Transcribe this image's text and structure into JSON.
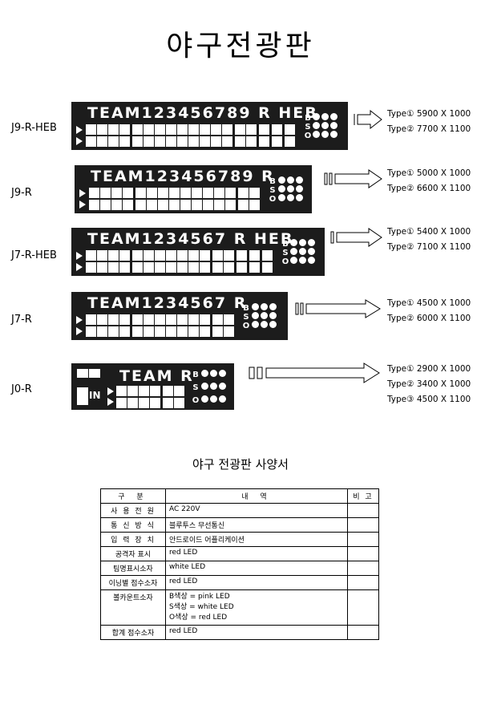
{
  "page_title": "야구전광판",
  "models": [
    {
      "label": "J9-R-HEB",
      "header": "TEAM123456789 R HEB",
      "types": [
        "Type① 5900 X 1000",
        "Type② 7700 X 1100"
      ]
    },
    {
      "label": "J9-R",
      "header": "TEAM123456789 R",
      "types": [
        "Type① 5000 X 1000",
        "Type② 6600 X 1100"
      ]
    },
    {
      "label": "J7-R-HEB",
      "header": "TEAM1234567 R HEB",
      "types": [
        "Type① 5400 X 1000",
        "Type② 7100 X 1100"
      ]
    },
    {
      "label": "J7-R",
      "header": "TEAM1234567 R",
      "types": [
        "Type① 4500 X 1000",
        "Type② 6000 X 1100"
      ]
    },
    {
      "label": "J0-R",
      "header": "TEAM R",
      "in_label": "IN",
      "types": [
        "Type① 2900 X 1000",
        "Type② 3400 X 1000",
        "Type③ 4500 X 1100"
      ]
    }
  ],
  "bso": {
    "b": "B",
    "s": "S",
    "o": "O"
  },
  "spec": {
    "title": "야구 전광판 사양서",
    "headers": [
      "구 분",
      "내 역",
      "비 고"
    ],
    "rows": [
      {
        "k": "사 용 전 원",
        "v": [
          "AC 220V"
        ]
      },
      {
        "k": "통 신 방 식",
        "v": [
          "블루투스 무선통신"
        ]
      },
      {
        "k": "입 력 장 치",
        "v": [
          "안드로이드 어플리케이션"
        ]
      },
      {
        "k": "공격자 표시",
        "v": [
          "red LED"
        ]
      },
      {
        "k": "팀명표시소자",
        "v": [
          "white LED"
        ]
      },
      {
        "k": "이닝별 점수소자",
        "v": [
          "red LED"
        ]
      },
      {
        "k": "볼카운트소자",
        "v": [
          "B색상 = pink LED",
          "S색상 = white LED",
          "O색상 = red LED"
        ]
      },
      {
        "k": "합계 점수소자",
        "v": [
          "red LED"
        ]
      }
    ]
  }
}
